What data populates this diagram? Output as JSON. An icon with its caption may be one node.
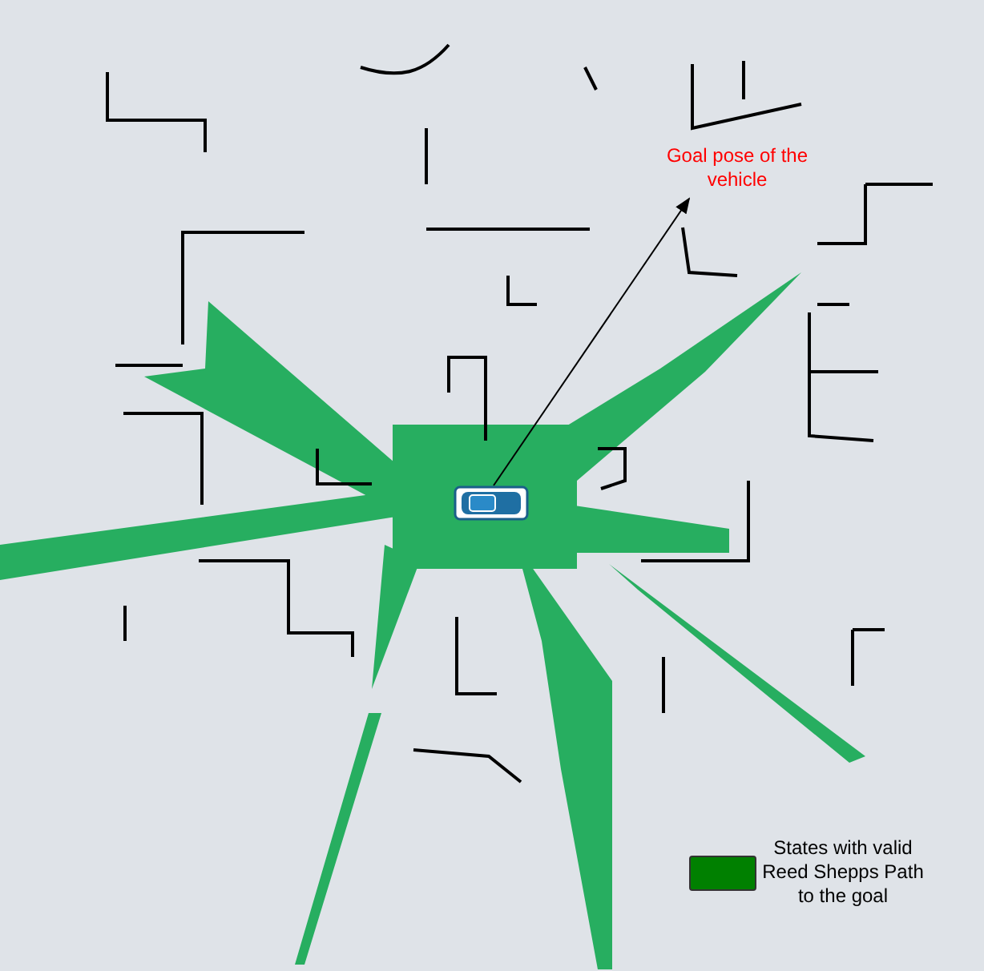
{
  "diagram": {
    "nodes": [
      {
        "text": [],
        "shape": "picture"
      },
      {
        "text": [
          "Goal pose of the vehicle"
        ]
      }
    ],
    "edges": [
      {
        "from": 0,
        "to": 1,
        "arrow": "to"
      }
    ],
    "legend": [
      {
        "text": "States with valid Reed Shepps Path to the goal",
        "color": "#008000"
      }
    ]
  }
}
